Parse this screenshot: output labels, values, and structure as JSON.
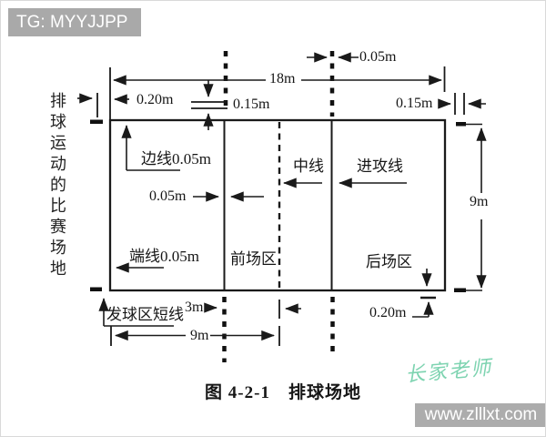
{
  "badge": {
    "label": "TG: MYYJJPP",
    "bg": "#a9a9a9",
    "fg": "#ffffff"
  },
  "side_caption": "排球运动的比赛场地",
  "court": {
    "length_label": "18m",
    "width_label": "9m",
    "half_length_label": "9m",
    "attack_distance_label": "3m",
    "line_width_top_label": "0.05m",
    "attack_line_width_label": "0.05m",
    "sideline_label": "边线0.05m",
    "endline_label": "端线0.05m",
    "center_line_label": "中线",
    "attack_line_label": "进攻线",
    "front_zone_label": "前场区",
    "back_zone_label": "后场区",
    "serve_zone_label": "发球区短线",
    "serve_mark_offset_top_label": "0.20m",
    "serve_mark_offset_bottom_label": "0.20m",
    "mark_length_center_label": "0.15m",
    "mark_length_right_label": "0.15m"
  },
  "caption": "图 4-2-1　排球场地",
  "watermarks": {
    "signature": "长家老师",
    "site": "www.zlllxt.com"
  },
  "colors": {
    "line": "#1a1a1a",
    "badge_bg": "#a9a9a9",
    "signature": "#6fcfa8",
    "site_bar": "#a5a5a5"
  }
}
